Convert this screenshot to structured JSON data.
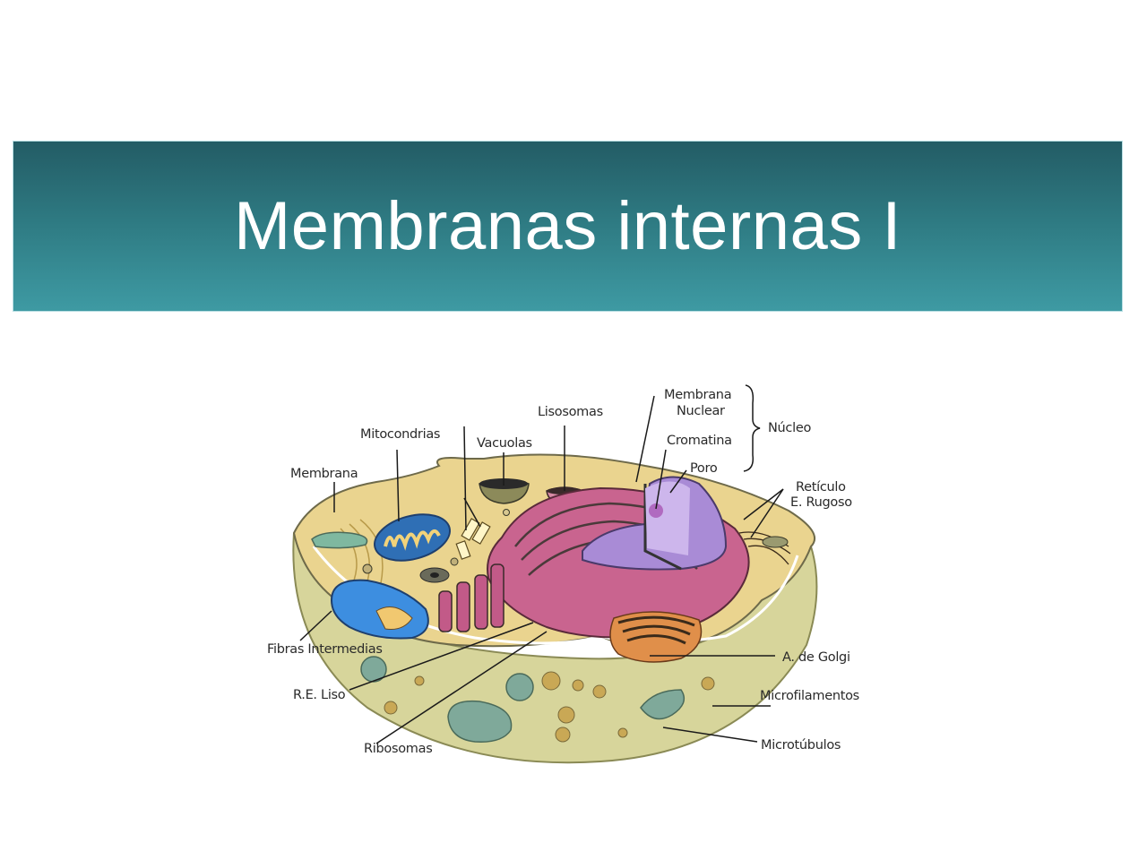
{
  "slide": {
    "title": "Membranas internas I",
    "banner_gradient": [
      "#235c65",
      "#3e9aa3"
    ],
    "title_color": "#ffffff"
  },
  "diagram": {
    "subject": "animal-cell-cutaway",
    "labels": {
      "membrana": "Membrana",
      "mitocondrias": "Mitocondrias",
      "vacuolas": "Vacuolas",
      "lisosomas": "Lisosomas",
      "membrana_nuclear_1": "Membrana",
      "membrana_nuclear_2": "Nuclear",
      "cromatina": "Cromatina",
      "poro": "Poro",
      "nucleo": "Núcleo",
      "reticulo_rugoso_1": "Retículo",
      "reticulo_rugoso_2": "E. Rugoso",
      "fibras_intermedias": "Fibras Intermedias",
      "re_liso": "R.E. Liso",
      "ribosomas": "Ribosomas",
      "golgi": "A. de Golgi",
      "microfilamentos": "Microfilamentos",
      "microtubulos": "Microtúbulos"
    },
    "colors": {
      "cytoplasm": "#e9d28e",
      "outer_shell": "#d8d49a",
      "mitochondria": "#3f7fc7",
      "rough_er": "#c9648f",
      "nucleus": "#a98bd6",
      "golgi": "#e08f4a",
      "vesicles": "#7fa99a"
    }
  }
}
